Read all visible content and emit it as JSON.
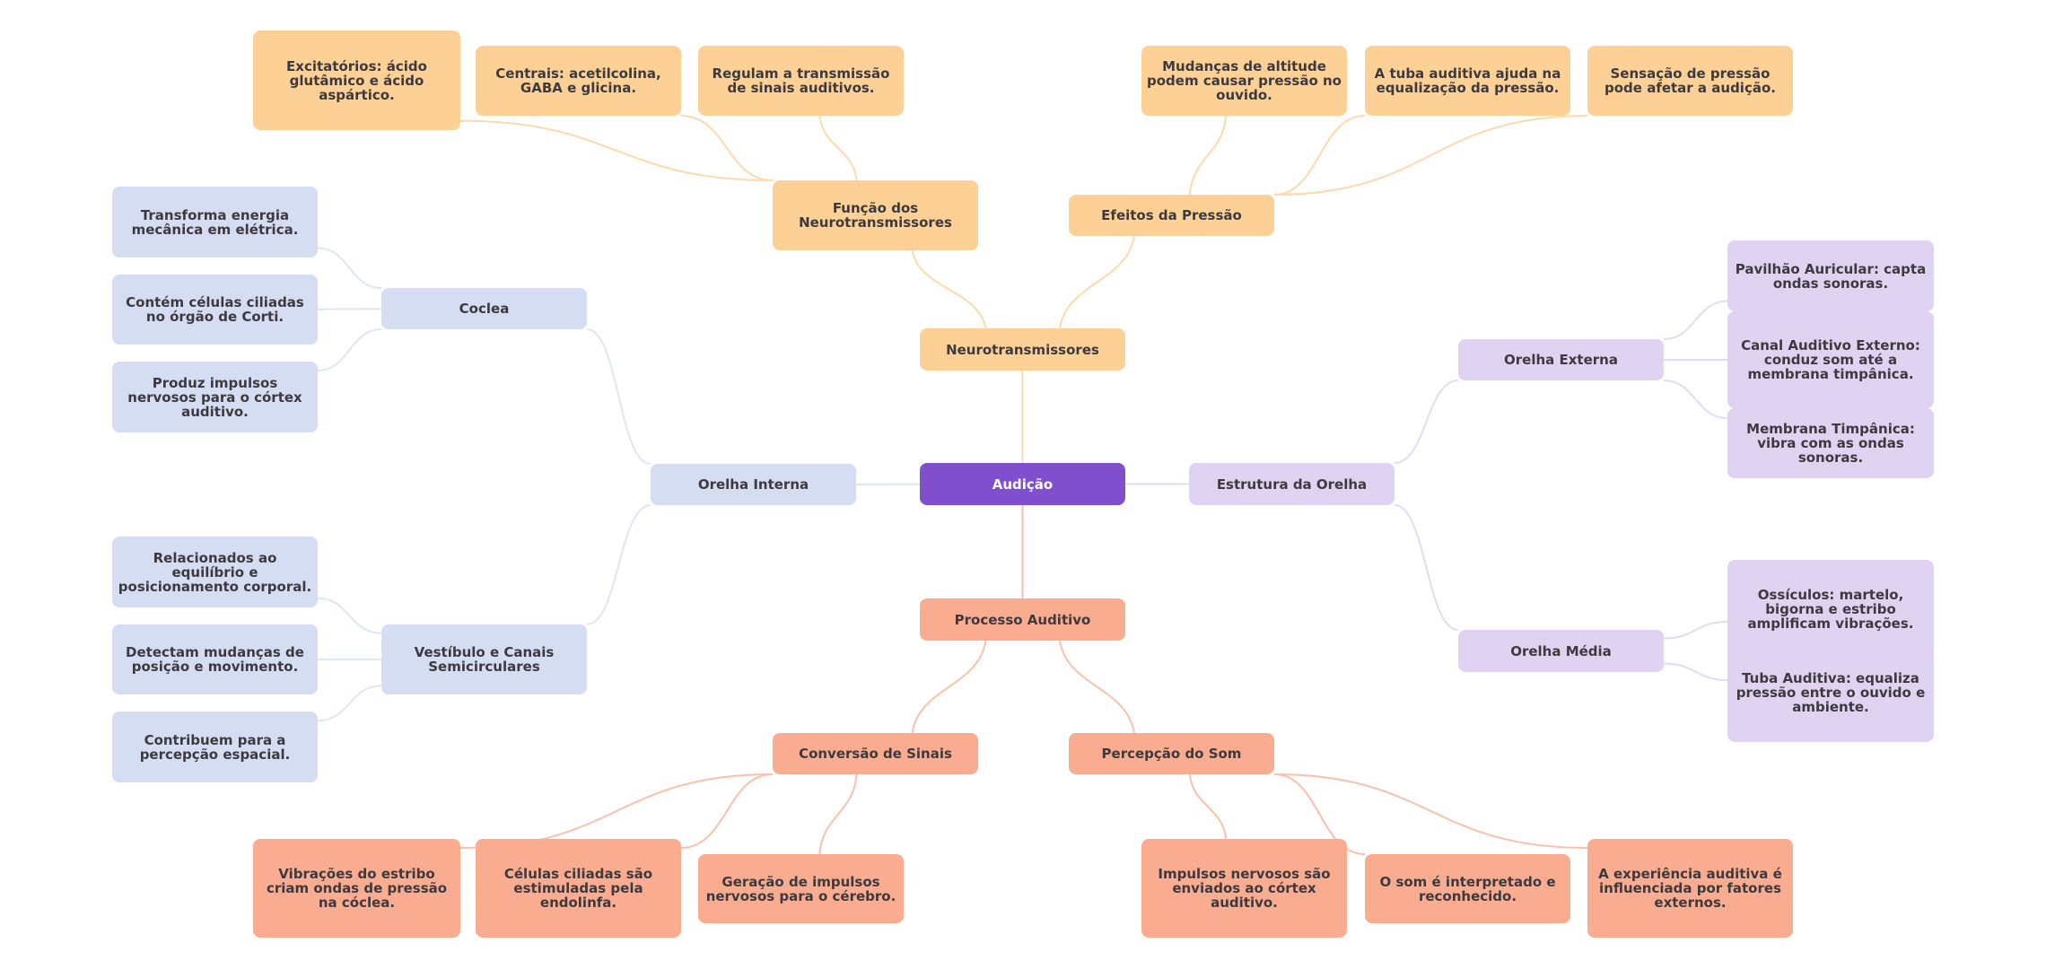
{
  "title": "Audição",
  "colors": {
    "root": "#7f4fcd",
    "neuro": "#fdd196",
    "neuro_edge": "#fdd9ad",
    "process": "#f9ac8f",
    "process_edge": "#f9c1ab",
    "inner": "#d5ddf2",
    "inner_edge": "#dfe5f5",
    "structure": "#dfd3f1",
    "structure_edge": "#e3dbf5",
    "text": "#3d3a3f",
    "root_text": "#ffffff"
  },
  "root": {
    "id": "audicao",
    "label": "Audição"
  },
  "branches": [
    {
      "id": "neurotransmissores",
      "label": "Neurotransmissores",
      "theme": "neuro",
      "children": [
        {
          "id": "funcao",
          "label": "Função dos Neurotransmissores",
          "children": [
            {
              "id": "excitatorios",
              "label": "Excitatórios: ácido glutâmico e ácido aspártico."
            },
            {
              "id": "centrais",
              "label": "Centrais: acetilcolina, GABA e glicina."
            },
            {
              "id": "regulam",
              "label": "Regulam a transmissão de sinais auditivos."
            }
          ]
        },
        {
          "id": "efeitos",
          "label": "Efeitos da Pressão",
          "children": [
            {
              "id": "mudancas",
              "label": "Mudanças de altitude podem causar pressão no ouvido."
            },
            {
              "id": "tuba-ajuda",
              "label": "A tuba auditiva ajuda na equalização da pressão."
            },
            {
              "id": "sensacao",
              "label": "Sensação de pressão pode afetar a audição."
            }
          ]
        }
      ]
    },
    {
      "id": "orelha-interna",
      "label": "Orelha Interna",
      "theme": "inner",
      "children": [
        {
          "id": "coclea",
          "label": "Coclea",
          "children": [
            {
              "id": "transforma",
              "label": "Transforma energia mecânica em elétrica."
            },
            {
              "id": "contem",
              "label": "Contém células ciliadas no órgão de Corti."
            },
            {
              "id": "produz",
              "label": "Produz impulsos nervosos para o córtex auditivo."
            }
          ]
        },
        {
          "id": "vestibulo",
          "label": "Vestíbulo e Canais Semicirculares",
          "children": [
            {
              "id": "relacionados",
              "label": "Relacionados ao equilíbrio e posicionamento corporal."
            },
            {
              "id": "detectam",
              "label": "Detectam mudanças de posição e movimento."
            },
            {
              "id": "contribuem",
              "label": "Contribuem para a percepção espacial."
            }
          ]
        }
      ]
    },
    {
      "id": "estrutura",
      "label": "Estrutura da Orelha",
      "theme": "structure",
      "children": [
        {
          "id": "orelha-externa",
          "label": "Orelha Externa",
          "children": [
            {
              "id": "pavilhao",
              "label": "Pavilhão Auricular: capta ondas sonoras."
            },
            {
              "id": "canal",
              "label": "Canal Auditivo Externo: conduz som até a membrana timpânica."
            },
            {
              "id": "membrana",
              "label": "Membrana Timpânica: vibra com as ondas sonoras."
            }
          ]
        },
        {
          "id": "orelha-media",
          "label": "Orelha Média",
          "children": [
            {
              "id": "ossiculos",
              "label": "Ossículos: martelo, bigorna e estribo amplificam vibrações."
            },
            {
              "id": "tuba-auditiva",
              "label": "Tuba Auditiva: equaliza pressão entre o ouvido e ambiente."
            }
          ]
        }
      ]
    },
    {
      "id": "processo",
      "label": "Processo Auditivo",
      "theme": "process",
      "children": [
        {
          "id": "conversao",
          "label": "Conversão de Sinais",
          "children": [
            {
              "id": "vibracoes",
              "label": "Vibrações do estribo criam ondas de pressão na cóclea."
            },
            {
              "id": "celulas",
              "label": "Células ciliadas são estimuladas pela endolinfa."
            },
            {
              "id": "geracao",
              "label": "Geração de impulsos nervosos para o cérebro."
            }
          ]
        },
        {
          "id": "percepcao",
          "label": "Percepção do Som",
          "children": [
            {
              "id": "impulsos",
              "label": "Impulsos nervosos são enviados ao córtex auditivo."
            },
            {
              "id": "som-interpretado",
              "label": "O som é interpretado e reconhecido."
            },
            {
              "id": "experiencia",
              "label": "A experiência auditiva é influenciada por fatores externos."
            }
          ]
        }
      ]
    }
  ]
}
